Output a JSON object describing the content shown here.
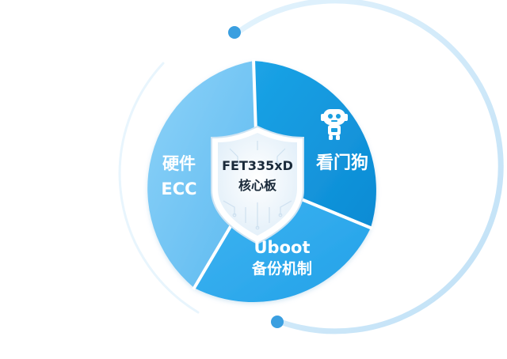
{
  "center": {
    "line1": "FET335xD",
    "line2": "核心板"
  },
  "segments": [
    {
      "id": "watchdog",
      "label": "看门狗",
      "icon": "robot-icon",
      "color": "#1a9fe0"
    },
    {
      "id": "uboot",
      "title": "Uboot",
      "subtitle": "备份机制",
      "color": "#2ea8ec"
    },
    {
      "id": "ecc",
      "title": "硬件",
      "subtitle": "ECC",
      "color": "#6fc3f4"
    }
  ],
  "colors": {
    "ring": "#bfe3f8",
    "dot": "#3a9fe0",
    "shield": "#eef6fc",
    "shield_trace": "#c9dff0"
  }
}
